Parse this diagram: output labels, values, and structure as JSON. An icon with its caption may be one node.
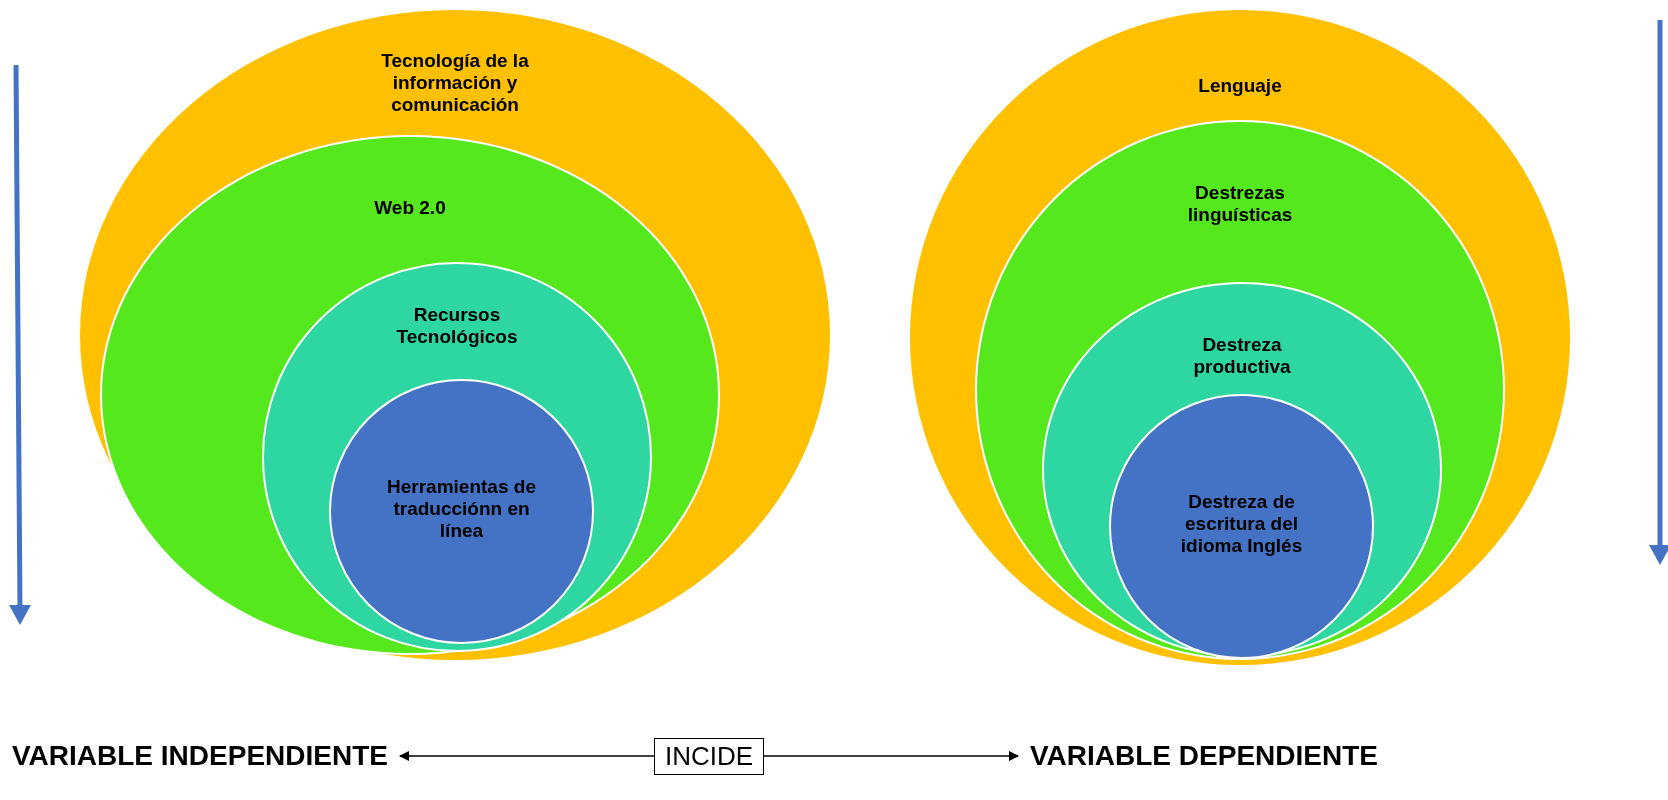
{
  "diagram": {
    "nodes": [
      {
        "text": [
          "Tecnología de la información y comunicación"
        ]
      },
      {
        "text": [
          "Web 2.0"
        ],
        "in": 0
      },
      {
        "text": [
          "Recursos Tecnológicos"
        ],
        "in": 1
      },
      {
        "text": [
          "Herramientas de traducciónn en línea"
        ],
        "in": 2
      },
      {
        "text": [
          "Lenguaje"
        ]
      },
      {
        "text": [
          "Destrezas linguísticas"
        ],
        "in": 4
      },
      {
        "text": [
          "Destreza productiva"
        ],
        "in": 5
      },
      {
        "text": [
          "Destreza de escritura del idioma Inglés"
        ],
        "in": 6
      },
      {
        "text": [
          "VARIABLE INDEPENDIENTE"
        ]
      },
      {
        "text": [
          "VARIABLE DEPENDIENTE"
        ]
      }
    ],
    "edges": [
      {
        "from": 8,
        "to": 9,
        "arrow": "both",
        "label": "INCIDE"
      }
    ]
  }
}
